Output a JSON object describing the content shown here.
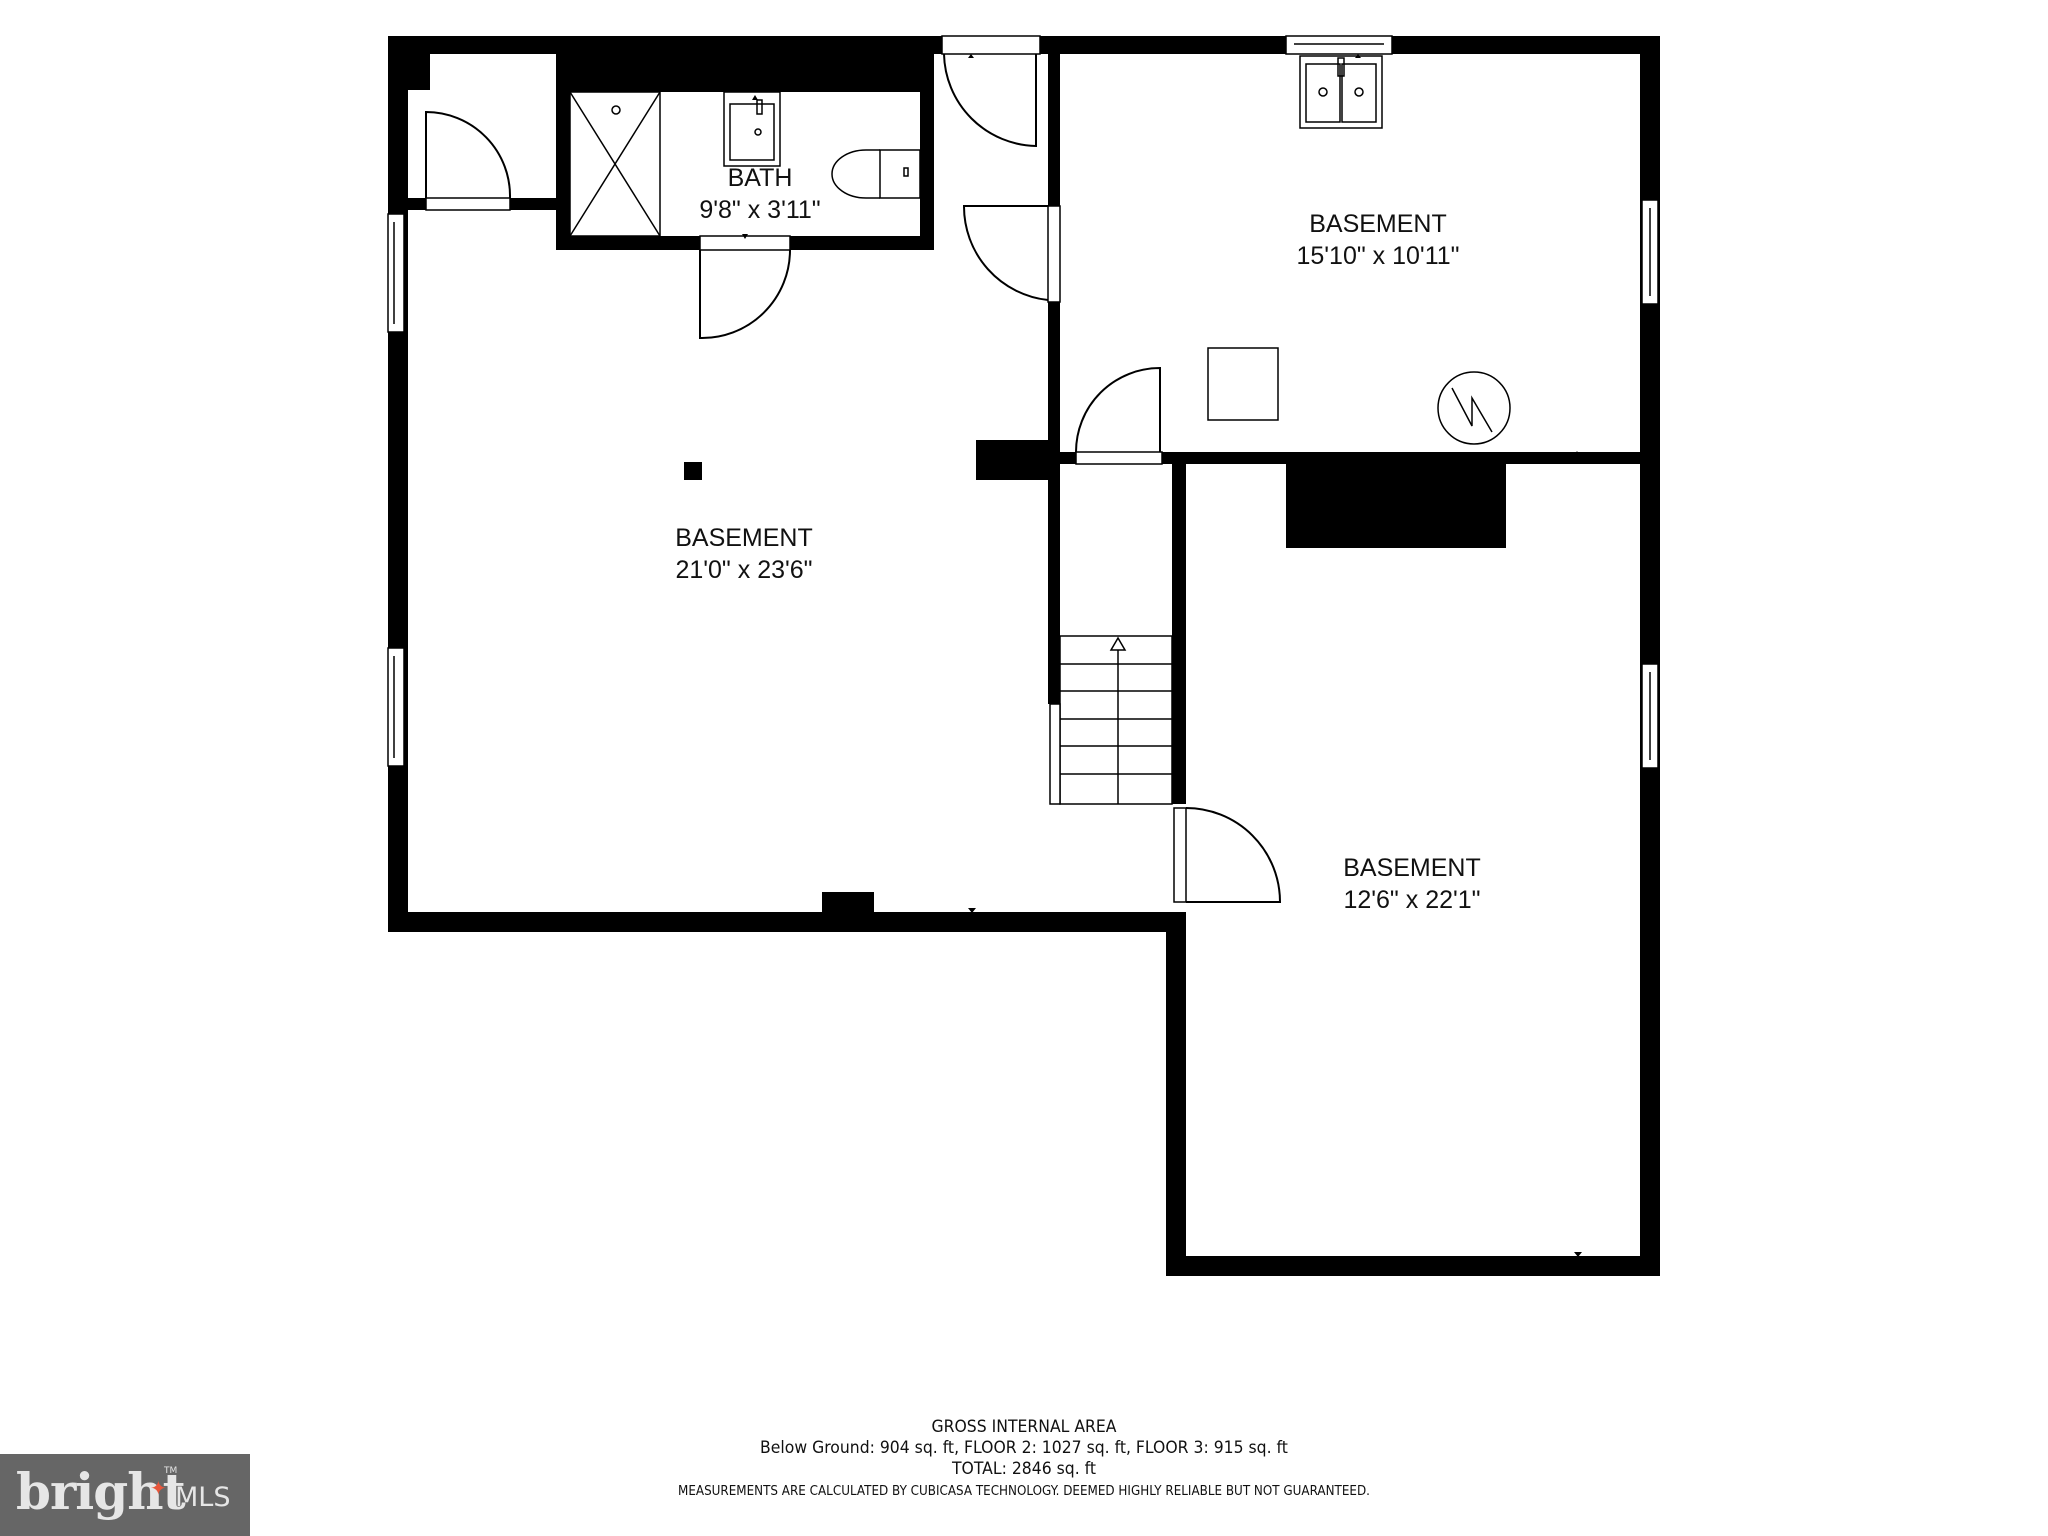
{
  "rooms": [
    {
      "id": "bath",
      "name": "BATH",
      "dimensions": "9'8\" x 3'11\""
    },
    {
      "id": "basement_main",
      "name": "BASEMENT",
      "dimensions": "21'0\" x 23'6\""
    },
    {
      "id": "basement_upper_right",
      "name": "BASEMENT",
      "dimensions": "15'10\" x 10'11\""
    },
    {
      "id": "basement_lower_right",
      "name": "BASEMENT",
      "dimensions": "12'6\" x 22'1\""
    }
  ],
  "area_summary": {
    "title": "GROSS INTERNAL AREA",
    "breakdown": "Below Ground: 904 sq. ft, FLOOR 2: 1027 sq. ft, FLOOR 3: 915 sq. ft",
    "total": "TOTAL: 2846 sq. ft",
    "disclaimer": "MEASUREMENTS ARE CALCULATED BY CUBICASA TECHNOLOGY. DEEMED HIGHLY RELIABLE BUT NOT GUARANTEED."
  },
  "logo": {
    "word": "bright",
    "suffix": "MLS",
    "trademark": "TM",
    "accent_color": "#e8553a",
    "background_color": "#666666"
  },
  "colors": {
    "wall": "#000000",
    "background": "#ffffff"
  }
}
